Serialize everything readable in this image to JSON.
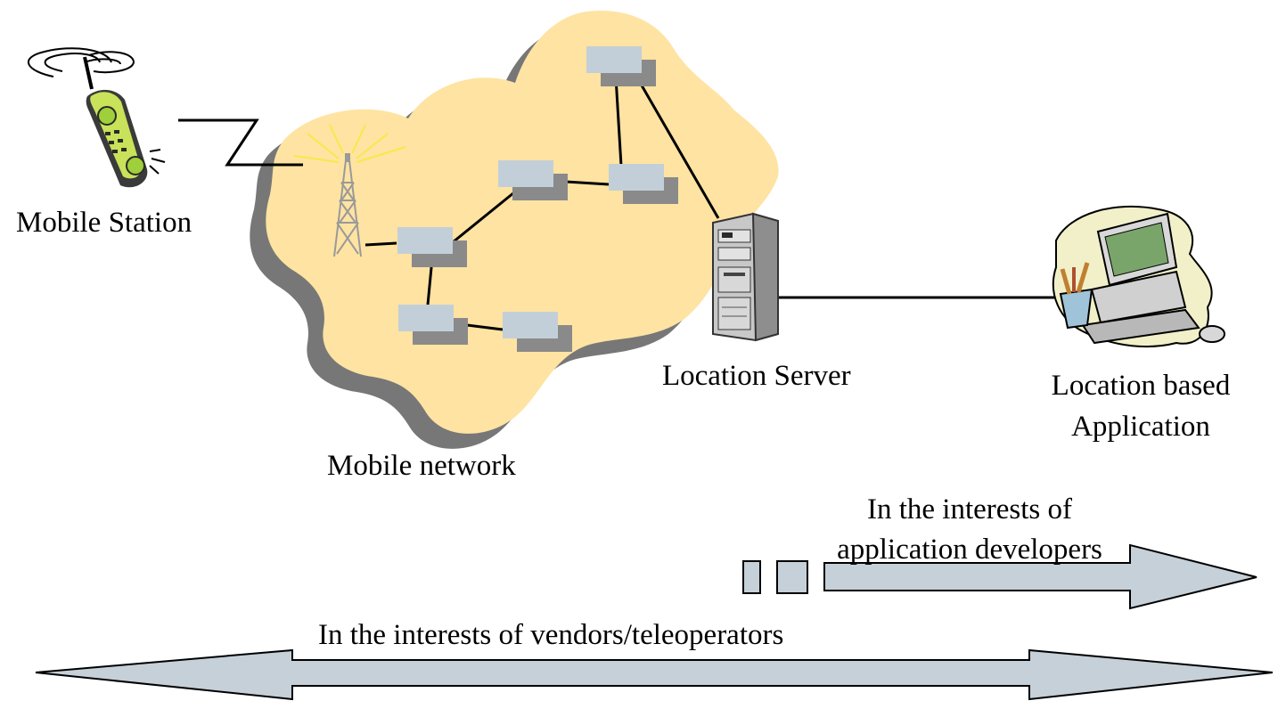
{
  "colors": {
    "cloud_fill": "#fee3a2",
    "cloud_shadow": "#777777",
    "node_fill": "#c3cfd8",
    "node_shadow": "#8a8a8a",
    "arrow_fill": "#c5d0d8",
    "line": "#000000"
  },
  "labels": {
    "mobile_station": "Mobile Station",
    "mobile_network": "Mobile network",
    "location_server": "Location Server",
    "application_line1": "Location based",
    "application_line2": "Application",
    "developers_line1": "In the interests of",
    "developers_line2": "application developers",
    "vendors": "In the interests of vendors/teleoperators"
  },
  "icons": {
    "phone": "mobile-phone-icon",
    "tower": "radio-tower-icon",
    "server": "server-tower-icon",
    "computer": "desktop-computer-icon"
  }
}
